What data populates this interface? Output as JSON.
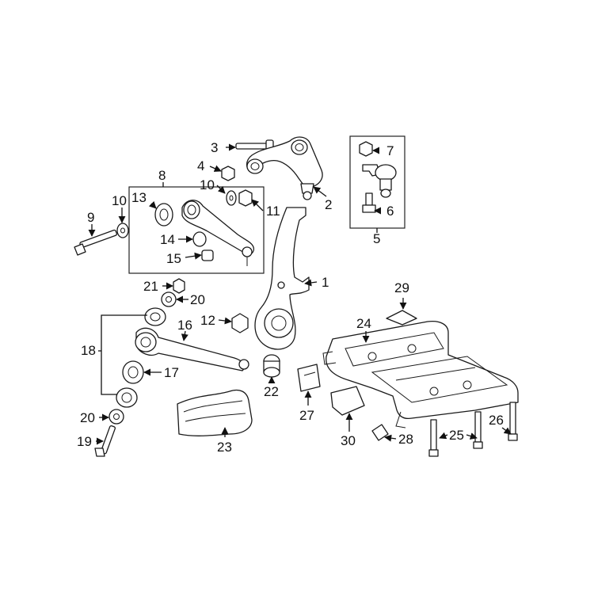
{
  "labels": {
    "l1": "1",
    "l2": "2",
    "l3": "3",
    "l4": "4",
    "l5": "5",
    "l6": "6",
    "l7": "7",
    "l8": "8",
    "l9": "9",
    "l10a": "10",
    "l10b": "10",
    "l11": "11",
    "l12": "12",
    "l13": "13",
    "l14": "14",
    "l15": "15",
    "l16": "16",
    "l17": "17",
    "l18": "18",
    "l19": "19",
    "l20a": "20",
    "l20b": "20",
    "l21": "21",
    "l22": "22",
    "l23": "23",
    "l24": "24",
    "l25": "25",
    "l26": "26",
    "l27": "27",
    "l28": "28",
    "l29": "29",
    "l30": "30"
  }
}
